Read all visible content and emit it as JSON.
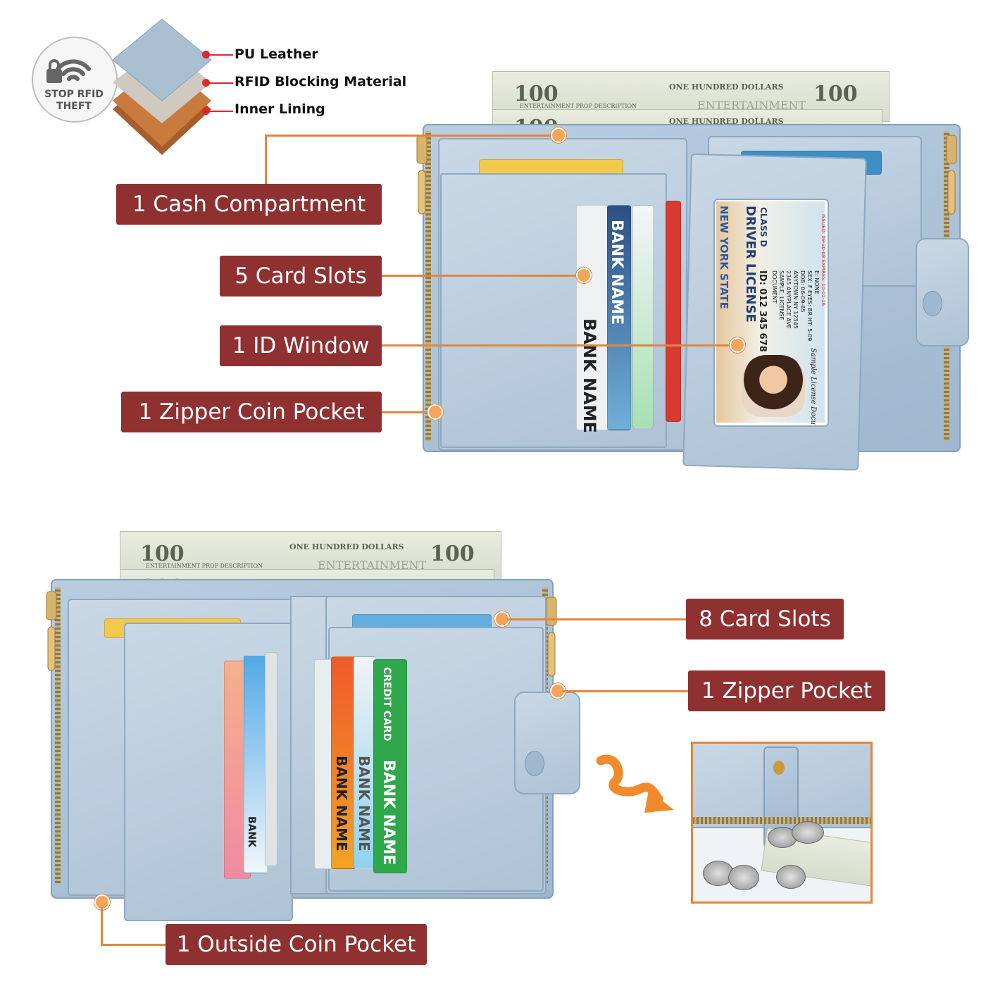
{
  "rfid": {
    "line1": "STOP RFID",
    "line2": "THEFT",
    "icon": "wifi-lock-icon"
  },
  "materials": [
    {
      "label": "PU Leather"
    },
    {
      "label": "RFID Blocking Material"
    },
    {
      "label": "Inner Lining"
    }
  ],
  "features_top": [
    {
      "label": "1 Cash Compartment"
    },
    {
      "label": "5 Card Slots"
    },
    {
      "label": "1 ID Window"
    },
    {
      "label": "1 Zipper Coin Pocket"
    }
  ],
  "features_bottom": [
    {
      "label": "8 Card Slots"
    },
    {
      "label": "1 Zipper Pocket"
    },
    {
      "label": "1 Outside Coin Pocket"
    }
  ],
  "banknote": {
    "denomination": "100",
    "header": "ONE HUNDRED DOLLARS",
    "prop": "ENTERTAINMENT PROP DESCRIPTION",
    "watermark": "ENTERTAINMENT"
  },
  "cards": {
    "bank_name": "BANK NAME",
    "bank": "BANK",
    "credit_card": "CREDIT CARD"
  },
  "id_card": {
    "state": "NEW YORK STATE",
    "title": "DRIVER LICENSE",
    "class": "CLASS D",
    "id": "ID: 012 345 678",
    "lines": [
      "DOCUMENT",
      "SAMPLE, LICENSE",
      "2345 ANYPLACE AVE",
      "ANYTOWN NY 12345",
      "DOB: 06-09-85",
      "SEX: F  EYES: BR  HT: 5-09",
      "E: NONE",
      "R: NONE",
      "ISSUED: 09-30-08  EXPIRES: 10-01-16"
    ],
    "signature": "Sample License Document"
  },
  "colors": {
    "label_bg": "#8f3131",
    "leader": "#e3863b",
    "leather": "#b9cde0",
    "accent_red": "#e0262b"
  }
}
